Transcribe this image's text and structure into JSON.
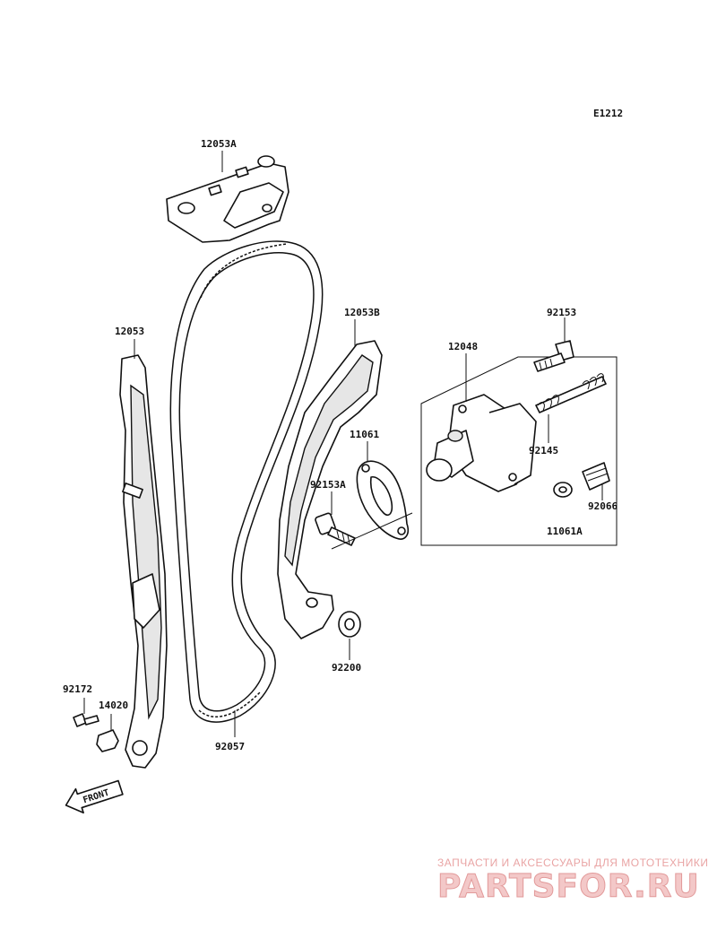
{
  "diagram_code": "E1212",
  "parts": [
    {
      "id": "p-12053A",
      "number": "12053A"
    },
    {
      "id": "p-12053",
      "number": "12053"
    },
    {
      "id": "p-12053B",
      "number": "12053B"
    },
    {
      "id": "p-92153",
      "number": "92153"
    },
    {
      "id": "p-12048",
      "number": "12048"
    },
    {
      "id": "p-11061",
      "number": "11061"
    },
    {
      "id": "p-92153A",
      "number": "92153A"
    },
    {
      "id": "p-92145",
      "number": "92145"
    },
    {
      "id": "p-92066",
      "number": "92066"
    },
    {
      "id": "p-11061A",
      "number": "11061A"
    },
    {
      "id": "p-92200",
      "number": "92200"
    },
    {
      "id": "p-92172",
      "number": "92172"
    },
    {
      "id": "p-14020",
      "number": "14020"
    },
    {
      "id": "p-92057",
      "number": "92057"
    }
  ],
  "front_label": "FRONT",
  "watermark": {
    "tagline": "ЗАПЧАСТИ И АКСЕССУАРЫ ДЛЯ МОТОТЕХНИКИ",
    "brand": "PARTSFOR.RU"
  }
}
